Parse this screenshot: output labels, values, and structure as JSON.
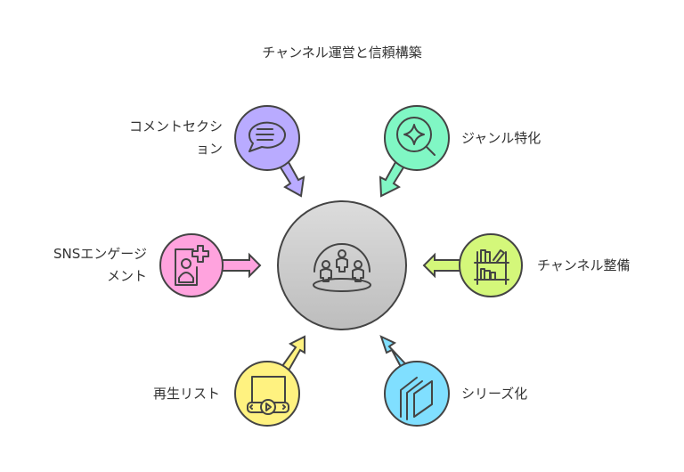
{
  "title": "チャンネル運営と信頼構築",
  "center": {
    "icon": "community-icon",
    "color": "#cccccc"
  },
  "nodes": [
    {
      "id": "comment",
      "label_lines": [
        "コメントセクシ",
        "ョン"
      ],
      "icon": "chat-bubble-icon",
      "color": "#b9abff"
    },
    {
      "id": "genre",
      "label_lines": [
        "ジャンル特化"
      ],
      "icon": "search-sparkle-icon",
      "color": "#80f7c4"
    },
    {
      "id": "sns",
      "label_lines": [
        "SNSエンゲージ",
        "メント"
      ],
      "icon": "add-user-profile-icon",
      "color": "#ffa3de"
    },
    {
      "id": "channel",
      "label_lines": [
        "チャンネル整備"
      ],
      "icon": "bookshelf-icon",
      "color": "#d4f77a"
    },
    {
      "id": "playlist",
      "label_lines": [
        "再生リスト"
      ],
      "icon": "video-playlist-icon",
      "color": "#fff280"
    },
    {
      "id": "series",
      "label_lines": [
        "シリーズ化"
      ],
      "icon": "stacked-layers-icon",
      "color": "#80dfff"
    }
  ]
}
